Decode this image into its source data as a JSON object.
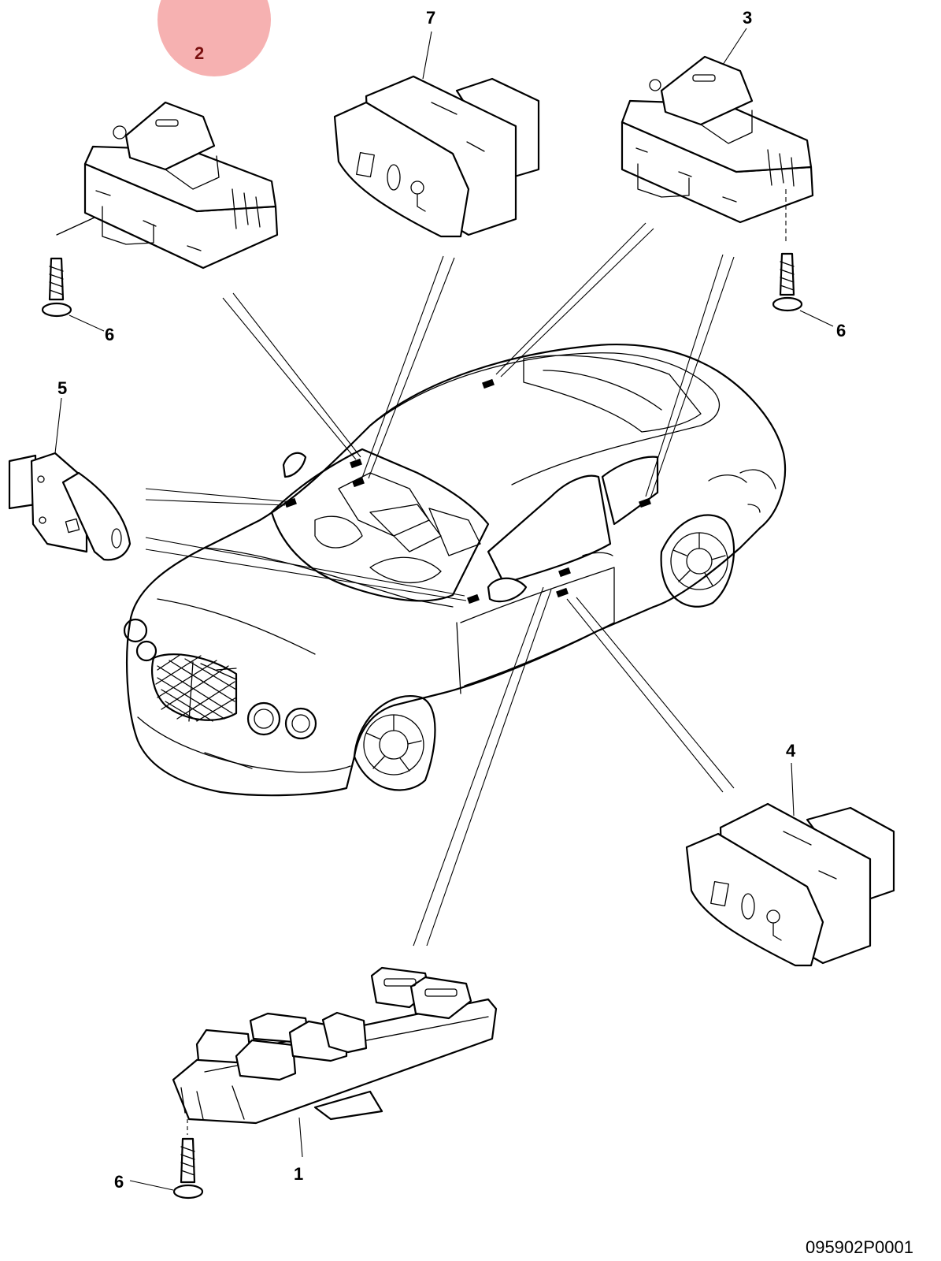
{
  "callouts": {
    "c1": "1",
    "c2": "2",
    "c3": "3",
    "c4": "4",
    "c5": "5",
    "c6a": "6",
    "c6b": "6",
    "c6c": "6",
    "c7": "7"
  },
  "drawing_code": "095902P0001",
  "highlight_color": "#f4a3a3"
}
